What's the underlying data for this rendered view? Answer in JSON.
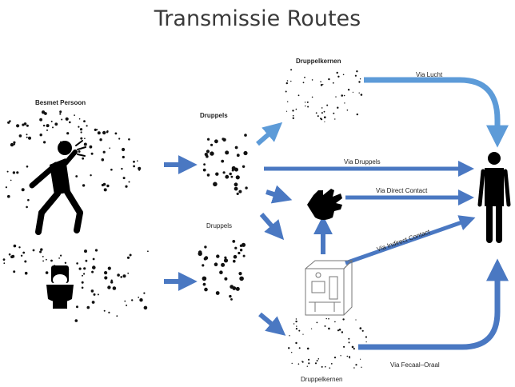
{
  "title": "Transmissie Routes",
  "labels": {
    "source": "Besmet Persoon",
    "droplets_top": "Druppels",
    "droplets_bottom": "Druppels",
    "droplet_nuclei_top": "Druppelkernen",
    "droplet_nuclei_bottom": "Druppelkernen"
  },
  "routes": {
    "air": "Via Lucht",
    "droplets": "Via Druppels",
    "direct": "Via Direct Contact",
    "indirect": "Via Indirect Contact",
    "fecal_oral": "Via Fecaal–Oraal"
  },
  "colors": {
    "arrow": "#4a78c2",
    "arrow_light": "#5d9bd8",
    "dots": "#111111",
    "icons": "#000000"
  },
  "icons": {
    "person_coughing": "coughing-person-icon",
    "toilet": "toilet-icon",
    "hand": "hand-icon",
    "room": "room-sketch-icon",
    "receiver": "standing-person-icon"
  }
}
